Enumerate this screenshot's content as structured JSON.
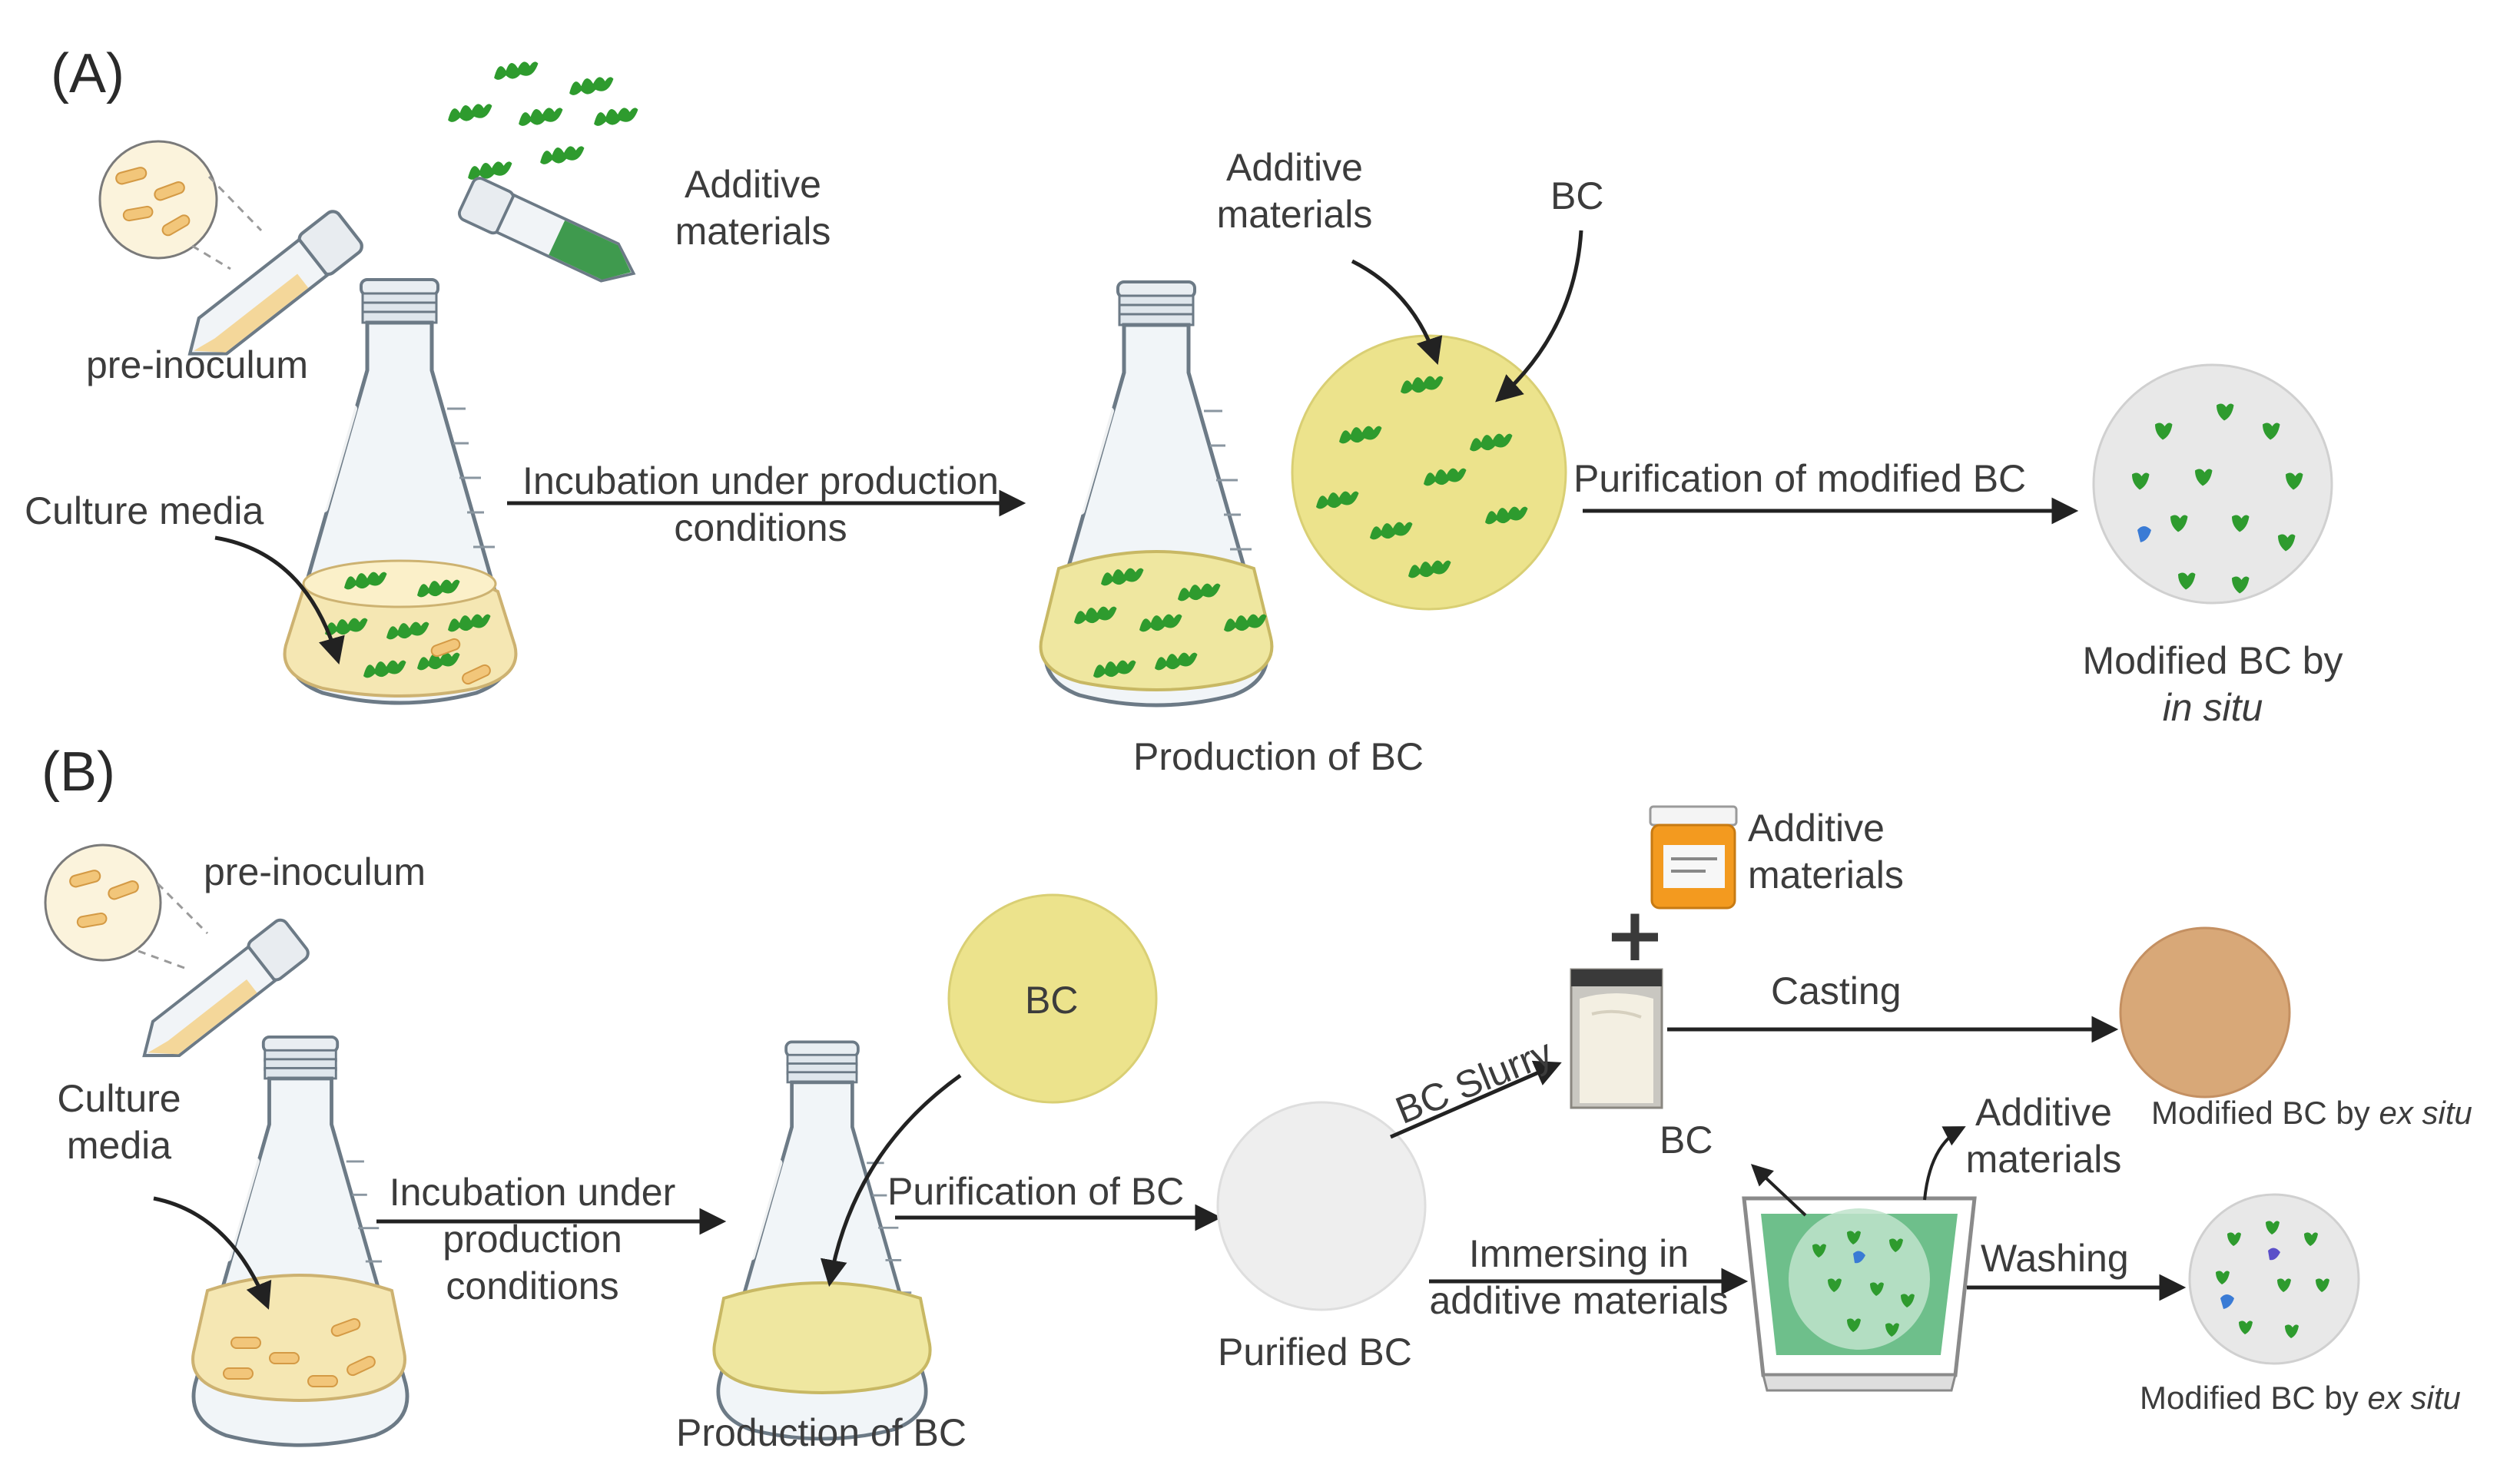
{
  "colors": {
    "leaf": "#2e9b2e",
    "bc_yellow": "#ece38c",
    "medium_yellow": "#f5e7b3",
    "purified_bc": "#eeeeee",
    "cast_film": "#d8a878",
    "tray_green": "#6ebf8b",
    "arrow": "#222222"
  },
  "panel_a": {
    "tag": "(A)",
    "pre_inoculum": "pre-inoculum",
    "additive_materials": [
      "Additive",
      "materials"
    ],
    "culture_media": "Culture media",
    "incubation": [
      "Incubation under production",
      "conditions"
    ],
    "additive_materials_2": [
      "Additive",
      "materials"
    ],
    "bc": "BC",
    "production_of_bc": "Production of BC",
    "purification": "Purification of modified BC",
    "result": [
      "Modified BC by",
      "in situ"
    ]
  },
  "panel_b": {
    "tag": "(B)",
    "pre_inoculum": "pre-inoculum",
    "culture_media": [
      "Culture",
      "media"
    ],
    "incubation": [
      "Incubation under",
      "production",
      "conditions"
    ],
    "bc": "BC",
    "purification": "Purification of BC",
    "production_of_bc": "Production of BC",
    "purified_bc": "Purified BC",
    "bc_slurry": "BC Slurry",
    "additive_materials": [
      "Additive",
      "materials"
    ],
    "casting": "Casting",
    "result_cast": [
      "Modified BC by ",
      "ex situ"
    ],
    "bc_label": "BC",
    "additive_materials_2": [
      "Additive",
      "materials"
    ],
    "immersing": [
      "Immersing in",
      "additive materials"
    ],
    "washing": "Washing",
    "result_wash": [
      "Modified BC by ",
      "ex situ"
    ],
    "plus": "+"
  }
}
